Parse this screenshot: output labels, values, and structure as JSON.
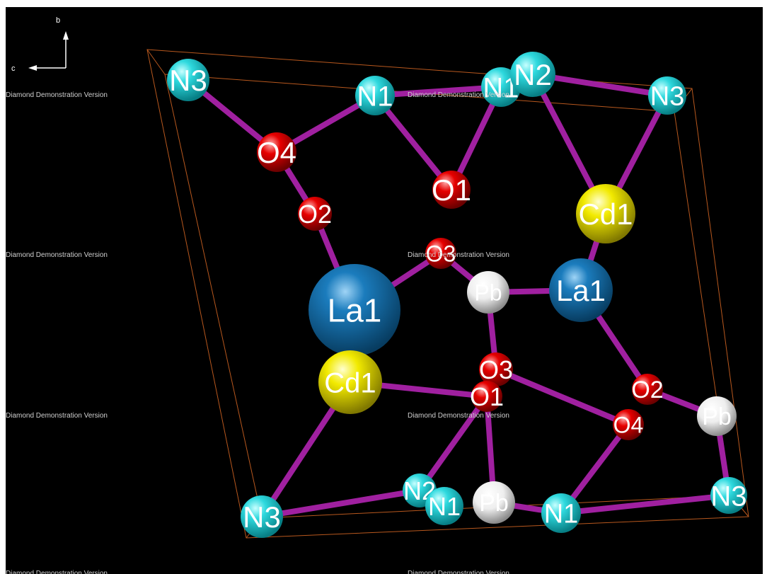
{
  "axes": {
    "b_label": "b",
    "c_label": "c"
  },
  "watermark": {
    "text": "Diamond Demonstration Version"
  },
  "colors": {
    "background": "#000000",
    "cell_edge": "#b8581e",
    "bond": "#a020a0",
    "N": "#1fd3d8",
    "O": "#e00000",
    "La": "#1a78b8",
    "Cd": "#f0e800",
    "Pb": "#f4f4f4"
  },
  "atoms": [
    {
      "label": "N3"
    },
    {
      "label": "N1"
    },
    {
      "label": "N1"
    },
    {
      "label": "N2"
    },
    {
      "label": "N3"
    },
    {
      "label": "O4"
    },
    {
      "label": "O1"
    },
    {
      "label": "O2"
    },
    {
      "label": "O3"
    },
    {
      "label": "Cd1"
    },
    {
      "label": "La1"
    },
    {
      "label": "Pb"
    },
    {
      "label": "La1"
    },
    {
      "label": "Cd1"
    },
    {
      "label": "O3"
    },
    {
      "label": "O1"
    },
    {
      "label": "O2"
    },
    {
      "label": "O4"
    },
    {
      "label": "Pb"
    },
    {
      "label": "N2"
    },
    {
      "label": "N1"
    },
    {
      "label": "Pb"
    },
    {
      "label": "N1"
    },
    {
      "label": "N3"
    },
    {
      "label": "N3"
    }
  ]
}
